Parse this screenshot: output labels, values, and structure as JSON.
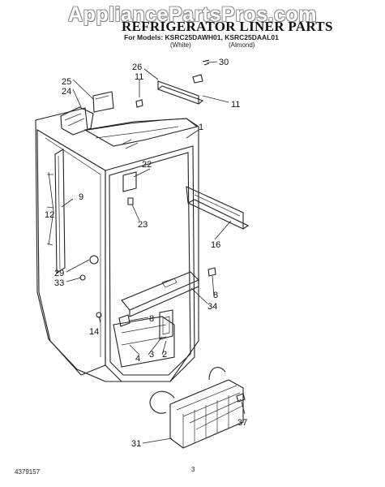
{
  "watermark": "AppliancePartsPros.com",
  "header": {
    "title": "REFRIGERATOR LINER PARTS",
    "models": "For Models: KSRC25DAWH01, KSRC25DAAL01",
    "white": "(White)",
    "almond": "(Almond)"
  },
  "callouts": {
    "c1": "1",
    "c2": "2",
    "c3": "3",
    "c4": "4",
    "c8a": "8",
    "c8b": "8",
    "c9": "9",
    "c11a": "11",
    "c11b": "11",
    "c12": "12",
    "c14": "14",
    "c16": "16",
    "c22": "22",
    "c23": "23",
    "c24": "24",
    "c25": "25",
    "c26": "26",
    "c29": "29",
    "c30": "30",
    "c31": "31",
    "c33": "33",
    "c34": "34",
    "c37": "37"
  },
  "footer": {
    "doc_number": "4379157",
    "page": "3"
  }
}
